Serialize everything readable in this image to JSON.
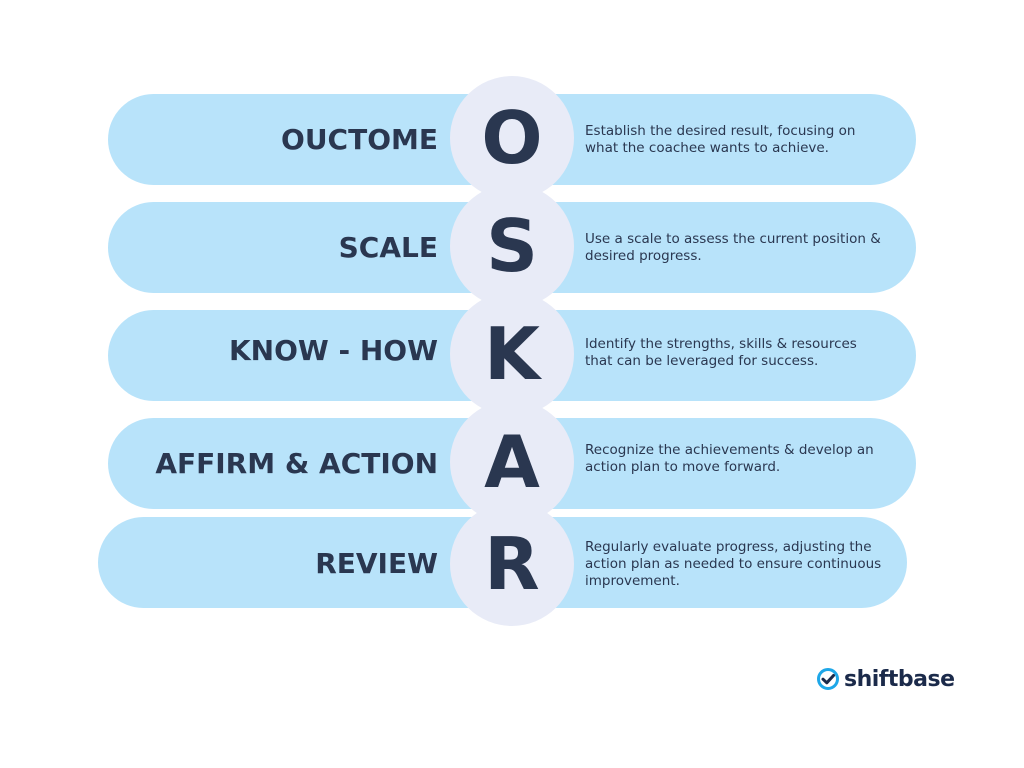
{
  "rows": [
    {
      "letter": "O",
      "label": "OUCTOME",
      "description": "Establish the desired result, focusing on what the coachee wants to achieve."
    },
    {
      "letter": "S",
      "label": "SCALE",
      "description": "Use a scale to assess the current position & desired progress."
    },
    {
      "letter": "K",
      "label": "KNOW - HOW",
      "description": "Identify the strengths, skills & resources that can be leveraged for success."
    },
    {
      "letter": "A",
      "label": "AFFIRM & ACTION",
      "description": "Recognize the achievements & develop an action plan to move forward."
    },
    {
      "letter": "R",
      "label": "REVIEW",
      "description": "Regularly evaluate progress, adjusting the action plan as needed to ensure continuous improvement."
    }
  ],
  "logo": {
    "text": "shiftbase",
    "icon": "check-circle-icon"
  },
  "colors": {
    "pill": "#b8e3fa",
    "circle": "#e8ebf7",
    "text": "#2a3750",
    "logo_accent": "#1ea7e8"
  }
}
